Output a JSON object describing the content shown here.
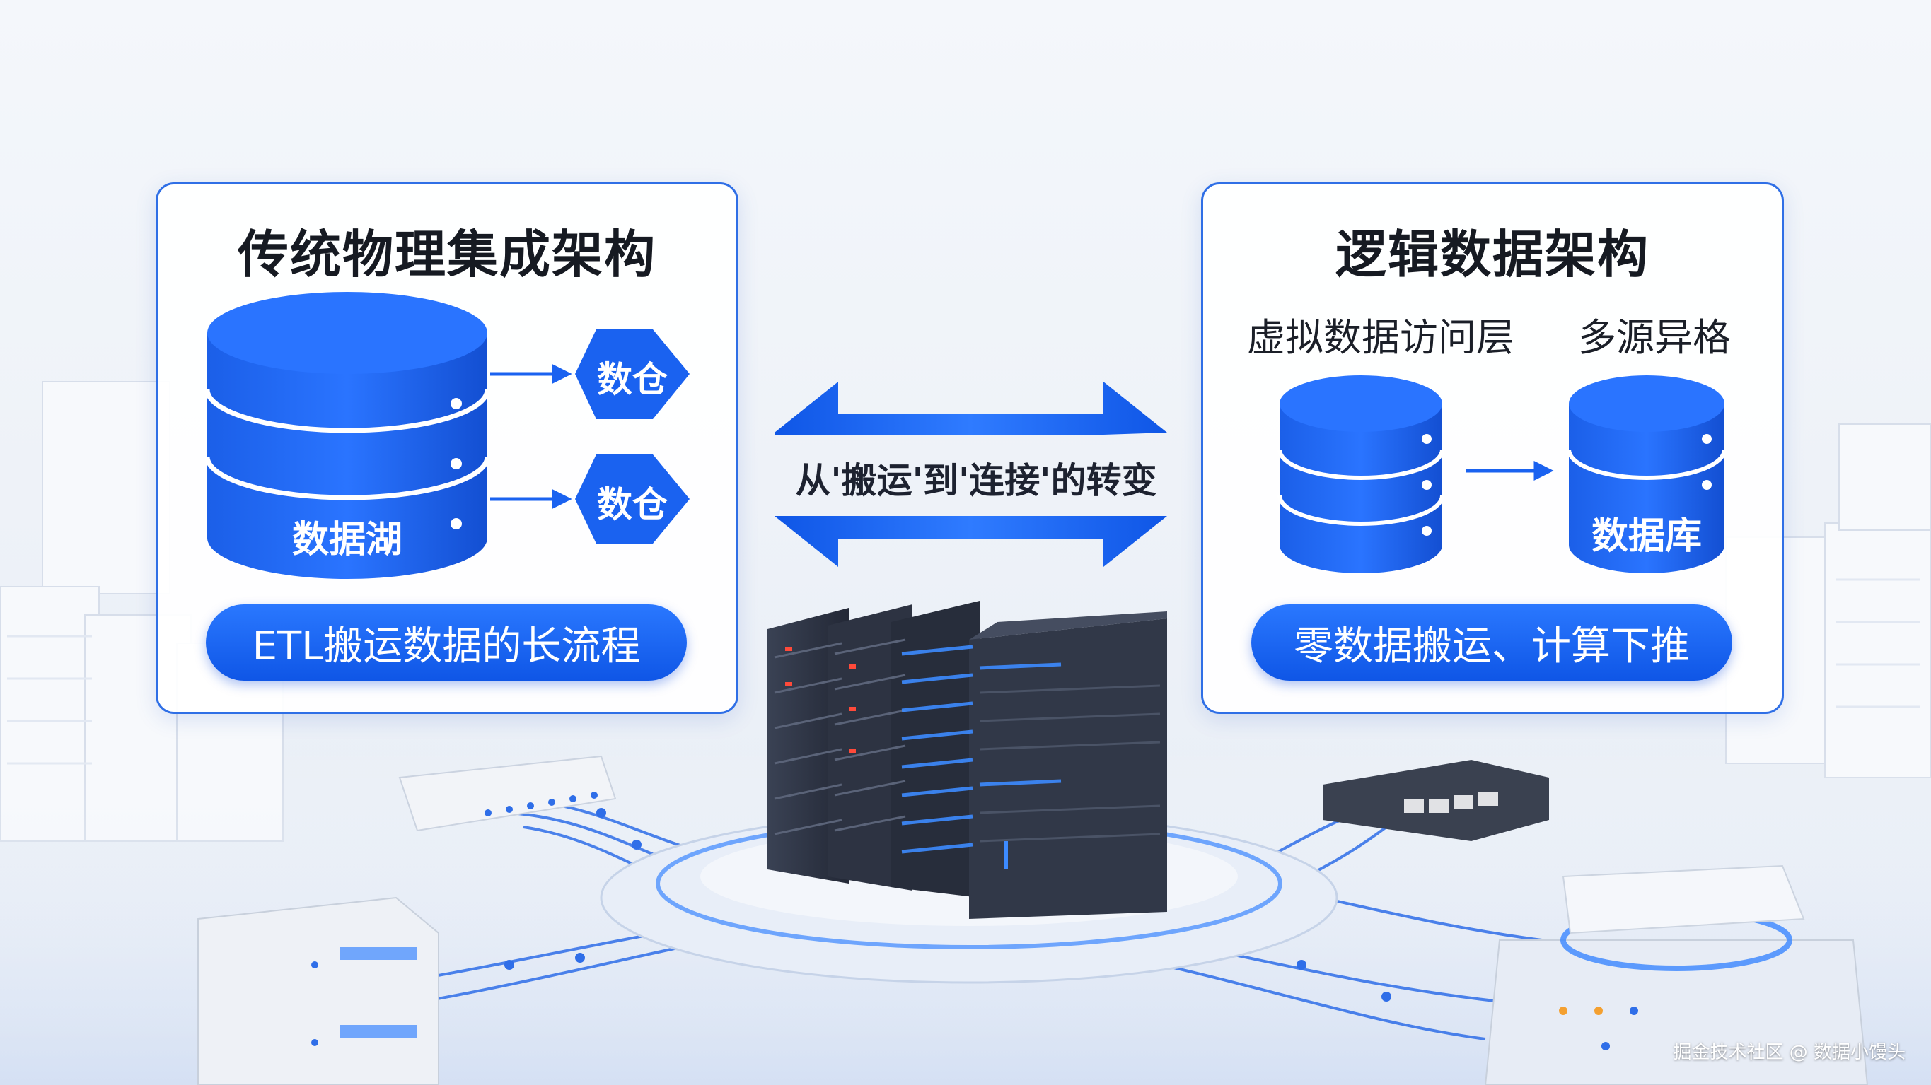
{
  "left_panel": {
    "title": "传统物理集成架构",
    "lake_label": "数据湖",
    "warehouse_1": "数仓",
    "warehouse_2": "数仓",
    "pill": "ETL搬运数据的长流程"
  },
  "middle": {
    "text": "从'搬运'到'连接'的转变"
  },
  "right_panel": {
    "title": "逻辑数据架构",
    "left_sub": "虚拟数据访问层",
    "right_sub": "多源异格",
    "db_label": "数据库",
    "pill": "零数据搬运、计算下推"
  },
  "watermark": "掘金技术社区 @ 数据小馒头",
  "colors": {
    "accent": "#1a62f0",
    "panel_border": "#2f6fe6",
    "server_dark": "#2b3140"
  }
}
